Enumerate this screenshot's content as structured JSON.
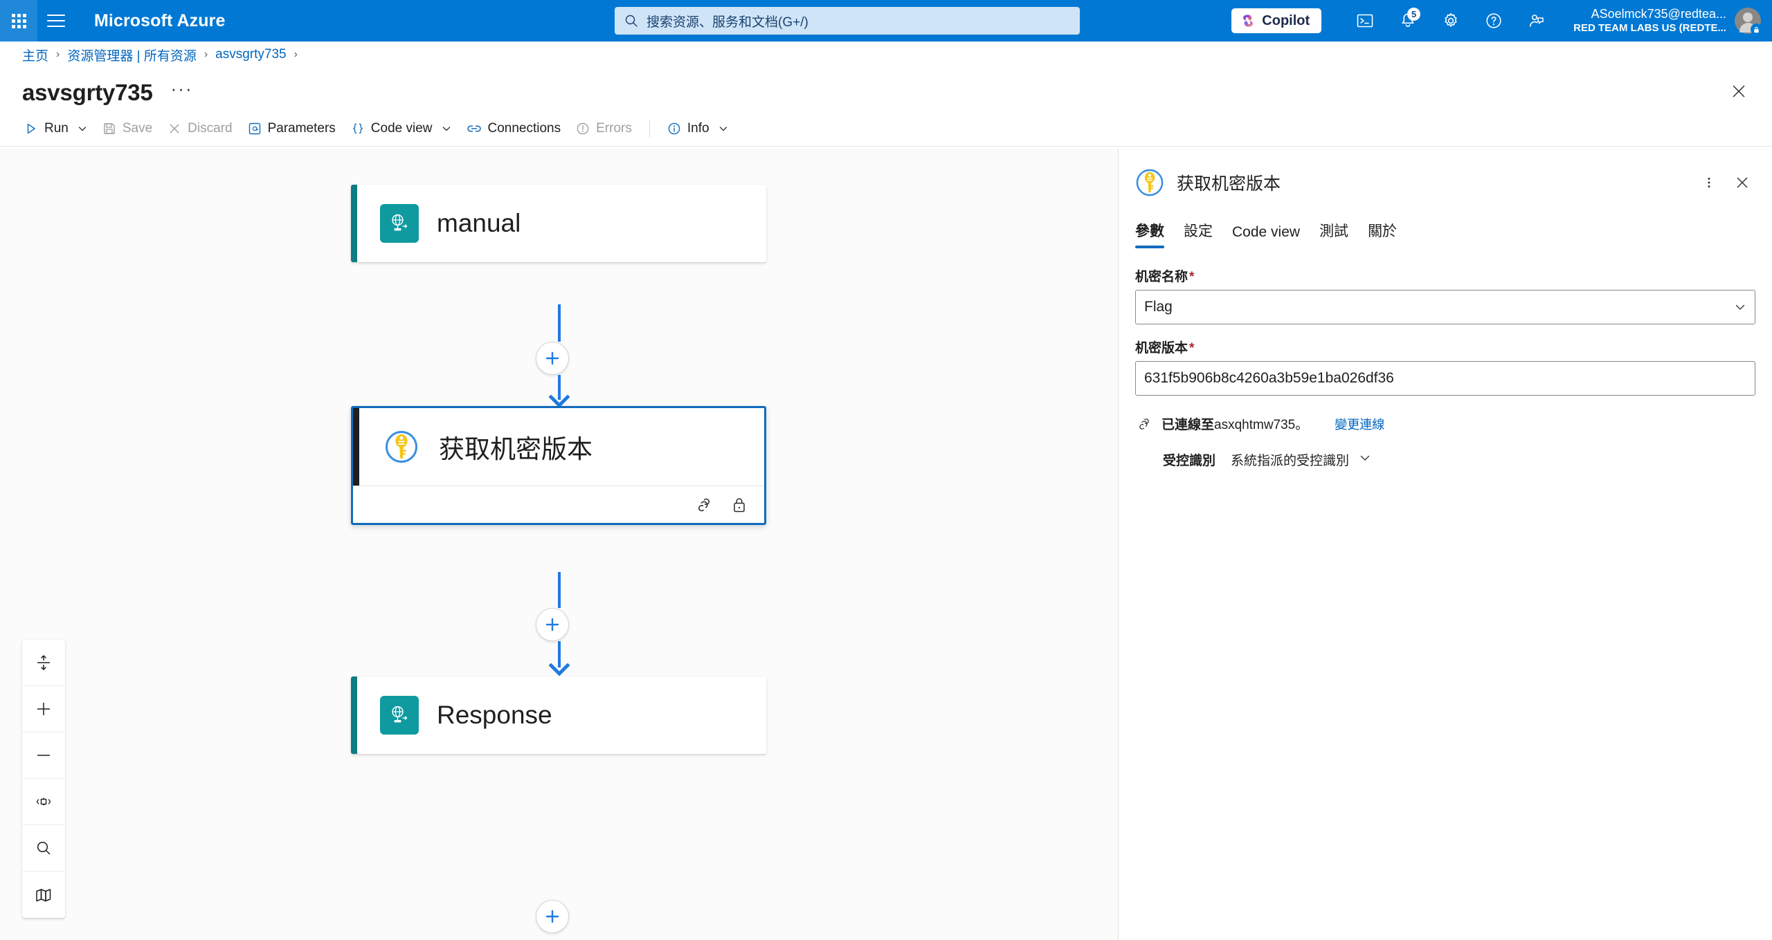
{
  "topbar": {
    "waffle_icon": "app-launcher-icon",
    "menu_icon": "hamburger-menu-icon",
    "brand": "Microsoft Azure",
    "search": {
      "icon": "search-icon",
      "placeholder": "搜索资源、服务和文档(G+/)"
    },
    "copilot": {
      "label": "Copilot",
      "icon": "copilot-icon"
    },
    "icons": [
      {
        "name": "cloud-shell-icon"
      },
      {
        "name": "notifications-bell-icon",
        "badge": "5"
      },
      {
        "name": "settings-gear-icon"
      },
      {
        "name": "help-question-icon"
      },
      {
        "name": "feedback-icon"
      }
    ],
    "account": {
      "email": "ASoelmck735@redtea...",
      "tenant": "RED TEAM LABS US (REDTE...",
      "avatar": "user-avatar"
    }
  },
  "breadcrumb": {
    "items": [
      "主页",
      "资源管理器 | 所有资源",
      "asvsgrty735"
    ],
    "separator": "›"
  },
  "page": {
    "title": "asvsgrty735",
    "more_label": "···",
    "close_icon": "close-icon"
  },
  "toolbar": {
    "run": "Run",
    "save": "Save",
    "discard": "Discard",
    "parameters": "Parameters",
    "code_view": "Code view",
    "connections": "Connections",
    "errors": "Errors",
    "info": "Info"
  },
  "canvas": {
    "nodes": [
      {
        "id": "manual",
        "title": "manual",
        "icon": "http-request-trigger-icon",
        "accent": "#0f7c83",
        "icon_bg": "#0f9aa0",
        "selected": false,
        "has_footer": false
      },
      {
        "id": "get-secret-version",
        "title": "获取机密版本",
        "icon": "key-vault-key-icon",
        "accent": "#1f1f1f",
        "icon_bg": "transparent",
        "selected": true,
        "has_footer": true,
        "footer_icons": [
          "connection-icon",
          "lock-icon"
        ]
      },
      {
        "id": "response",
        "title": "Response",
        "icon": "http-response-icon",
        "accent": "#0f7c83",
        "icon_bg": "#0f9aa0",
        "selected": false,
        "has_footer": false
      }
    ],
    "add_buttons": [
      "add-step-1",
      "add-step-2",
      "add-step-3"
    ],
    "tools": [
      {
        "name": "fit-height-icon"
      },
      {
        "name": "zoom-in-icon"
      },
      {
        "name": "zoom-out-icon"
      },
      {
        "name": "fit-to-view-icon"
      },
      {
        "name": "search-canvas-icon"
      },
      {
        "name": "minimap-icon"
      }
    ],
    "connector_color": "#1f7ae0"
  },
  "panel": {
    "icon": "key-vault-key-icon",
    "title": "获取机密版本",
    "menu_icon": "more-vertical-icon",
    "close_icon": "close-icon",
    "tabs": [
      {
        "label": "參數",
        "active": true
      },
      {
        "label": "設定",
        "active": false
      },
      {
        "label": "Code view",
        "active": false
      },
      {
        "label": "測試",
        "active": false
      },
      {
        "label": "關於",
        "active": false
      }
    ],
    "fields": [
      {
        "label": "机密名称",
        "required": "*",
        "value": "Flag",
        "type": "dropdown"
      },
      {
        "label": "机密版本",
        "required": "*",
        "value": "631f5b906b8c4260a3b59e1ba026df36",
        "type": "text"
      }
    ],
    "connection": {
      "icon": "connection-link-icon",
      "prefix": "已連線至",
      "name": "asxqhtmw735。",
      "change_link": "變更連線"
    },
    "identity": {
      "label": "受控識別",
      "value": "系統指派的受控識別"
    }
  },
  "colors": {
    "azure_blue": "#0078d4",
    "link_blue": "#0066c0",
    "accent_blue": "#0f6cbd",
    "connector_blue": "#1f7ae0",
    "teal": "#0f9aa0",
    "required_red": "#a4262c",
    "key_yellow": "#f5c518"
  }
}
